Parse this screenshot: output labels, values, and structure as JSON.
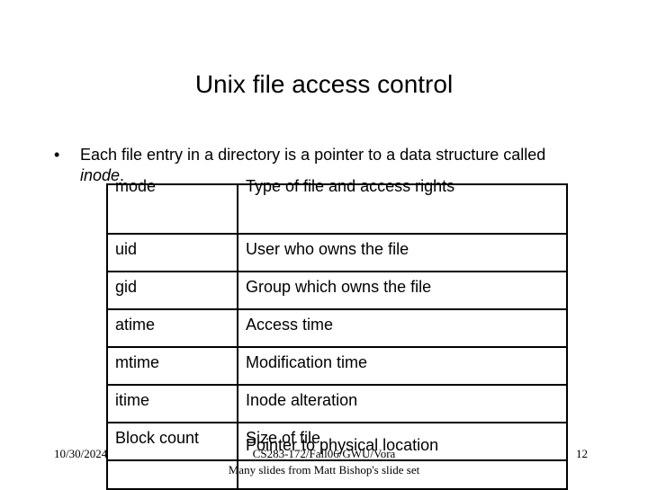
{
  "slide": {
    "title": "Unix file access control",
    "bullet_marker": "•",
    "bullet_text_before": "Each file entry in a directory is a pointer to a data structure called ",
    "bullet_text_emph": "inode",
    "bullet_text_after": "."
  },
  "inode_table": {
    "rows": [
      {
        "field": "mode",
        "description": "Type of file and access rights"
      },
      {
        "field": "uid",
        "description": "User who owns the file"
      },
      {
        "field": "gid",
        "description": "Group which owns the file"
      },
      {
        "field": "atime",
        "description": "Access time"
      },
      {
        "field": "mtime",
        "description": "Modification time"
      },
      {
        "field": "itime",
        "description": "Inode alteration"
      },
      {
        "field": "Block count",
        "description": "Size of file"
      },
      {
        "field": "",
        "description": "Pointer to physical location"
      }
    ]
  },
  "footer": {
    "date": "10/30/2024",
    "course": "CS283-172/Fall06/GWU/Vora",
    "credit": "Many slides from Matt Bishop's slide set",
    "page": "12"
  }
}
